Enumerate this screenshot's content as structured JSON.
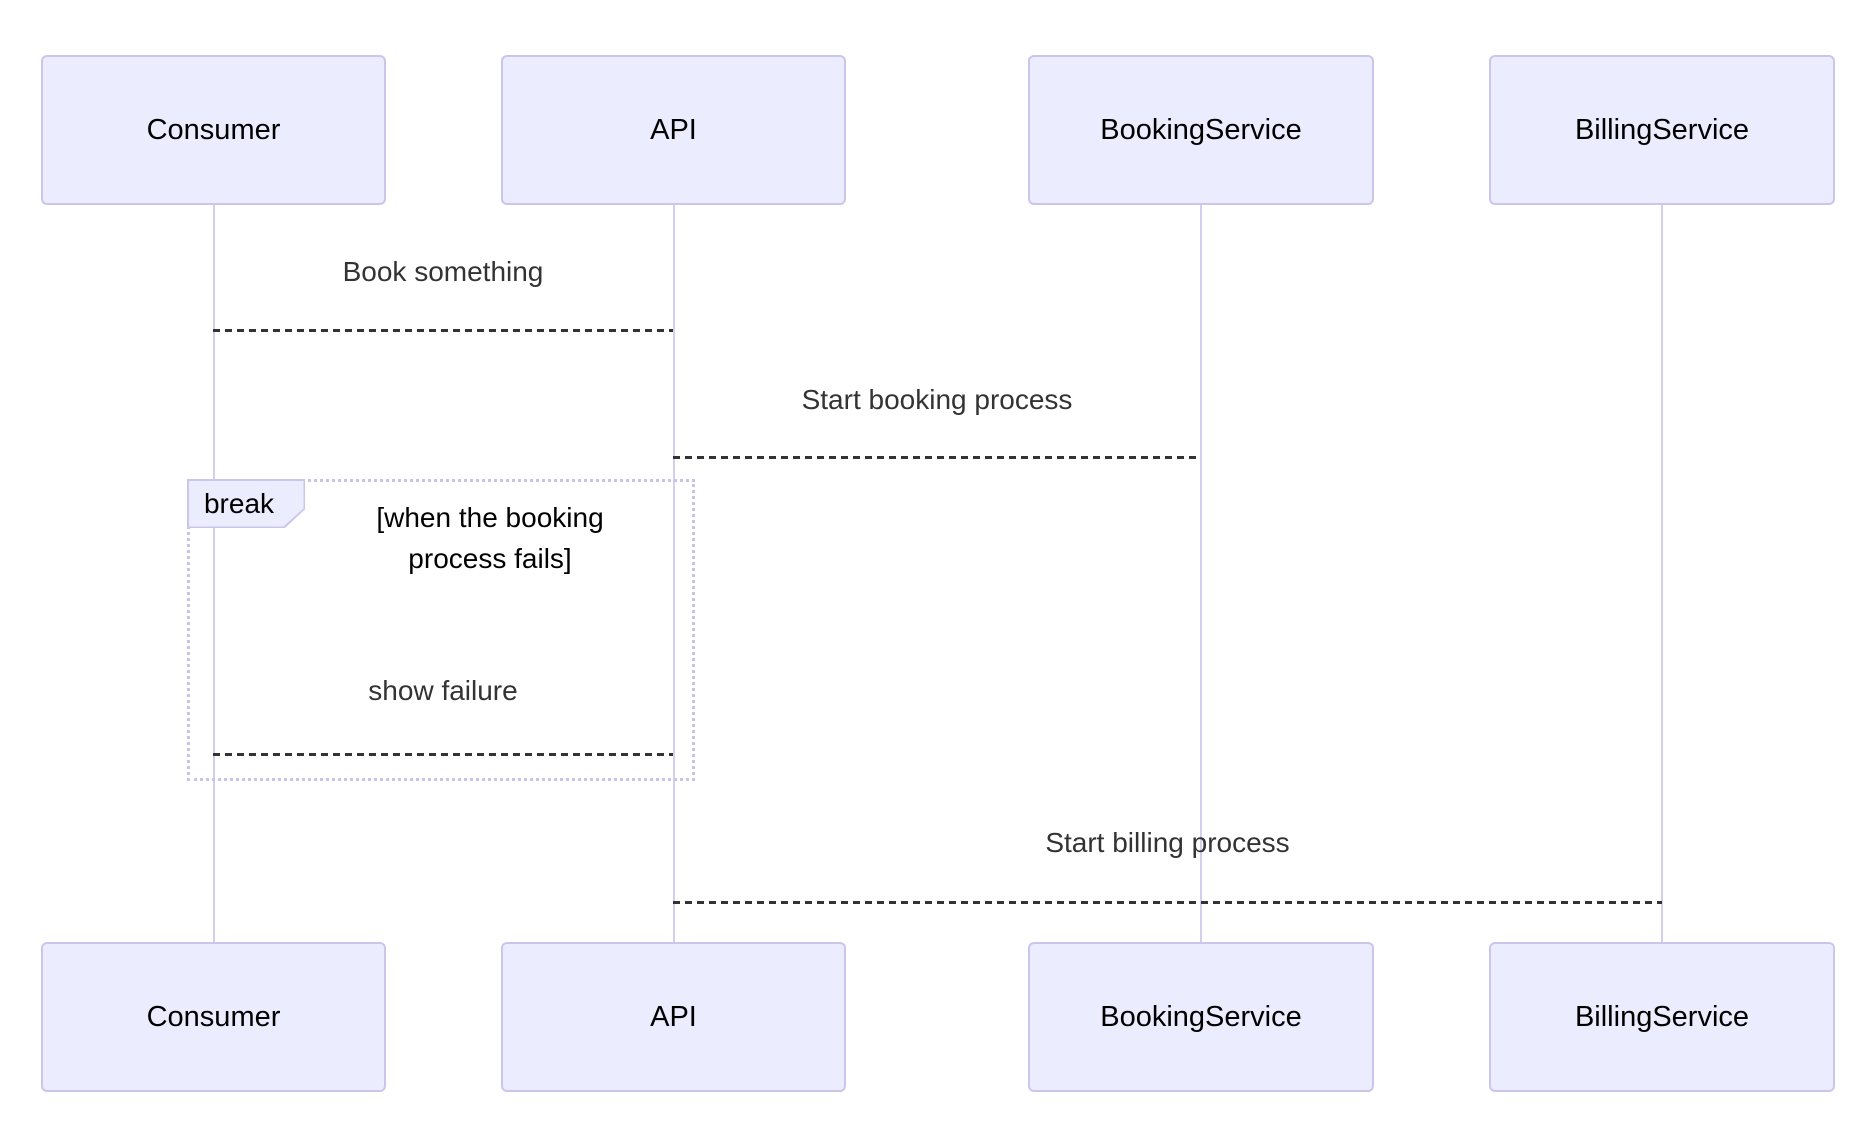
{
  "actors": [
    {
      "name": "Consumer"
    },
    {
      "name": "API"
    },
    {
      "name": "BookingService"
    },
    {
      "name": "BillingService"
    }
  ],
  "messages": [
    {
      "label": "Book something",
      "from": "Consumer",
      "to": "API",
      "style": "dashed"
    },
    {
      "label": "Start booking process",
      "from": "API",
      "to": "BookingService",
      "style": "dashed"
    },
    {
      "label": "show failure",
      "from": "API",
      "to": "Consumer",
      "style": "dashed"
    },
    {
      "label": "Start billing process",
      "from": "API",
      "to": "BillingService",
      "style": "dashed"
    }
  ],
  "break_block": {
    "label": "break",
    "condition": "[when the booking process fails]"
  },
  "colors": {
    "actor_fill": "#ECECFF",
    "actor_border": "#CBC5EC",
    "lifeline": "#D4CFEE",
    "message_text": "#333333",
    "message_line": "#333333",
    "break_border": "#C9C3EA",
    "label_text": "#000000"
  }
}
